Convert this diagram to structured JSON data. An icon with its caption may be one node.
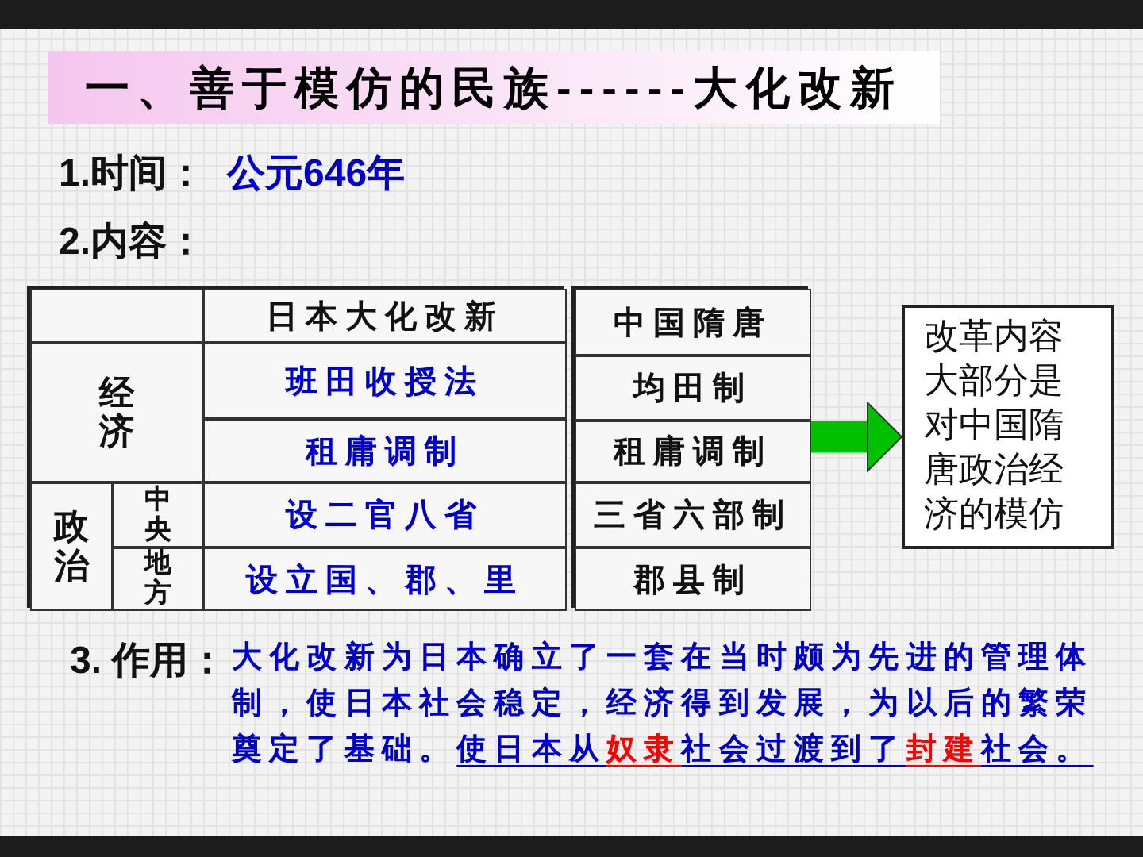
{
  "diagram": {
    "title": "一、善于模仿的民族------大化改新",
    "nodes": [
      {
        "text": [
          "日本大化改新",
          "经济",
          "班田收授法",
          "租庸调制",
          "政治",
          "中央",
          "设二官八省",
          "地方",
          "设立国、郡、里"
        ]
      },
      {
        "text": [
          "中国隋唐",
          "均田制",
          "租庸调制",
          "三省六部制",
          "郡县制"
        ]
      },
      {
        "text": [
          "改革内容大部分是对中国隋唐政治经济的模仿"
        ]
      }
    ],
    "edges": [
      {
        "from": 1,
        "to": 2,
        "arrow": "to",
        "color": "#00c000"
      }
    ],
    "labels": [
      "1.时间：",
      "公元646年",
      "2.内容：",
      "3. 作用：",
      "大化改新为日本确立了一套在当时颇为先进的管理体制，使日本社会稳定，经济得到发展，为以后的繁荣奠定了基础。",
      "使日本从",
      "奴隶",
      "社会过渡到了",
      "封建",
      "社会。"
    ]
  }
}
